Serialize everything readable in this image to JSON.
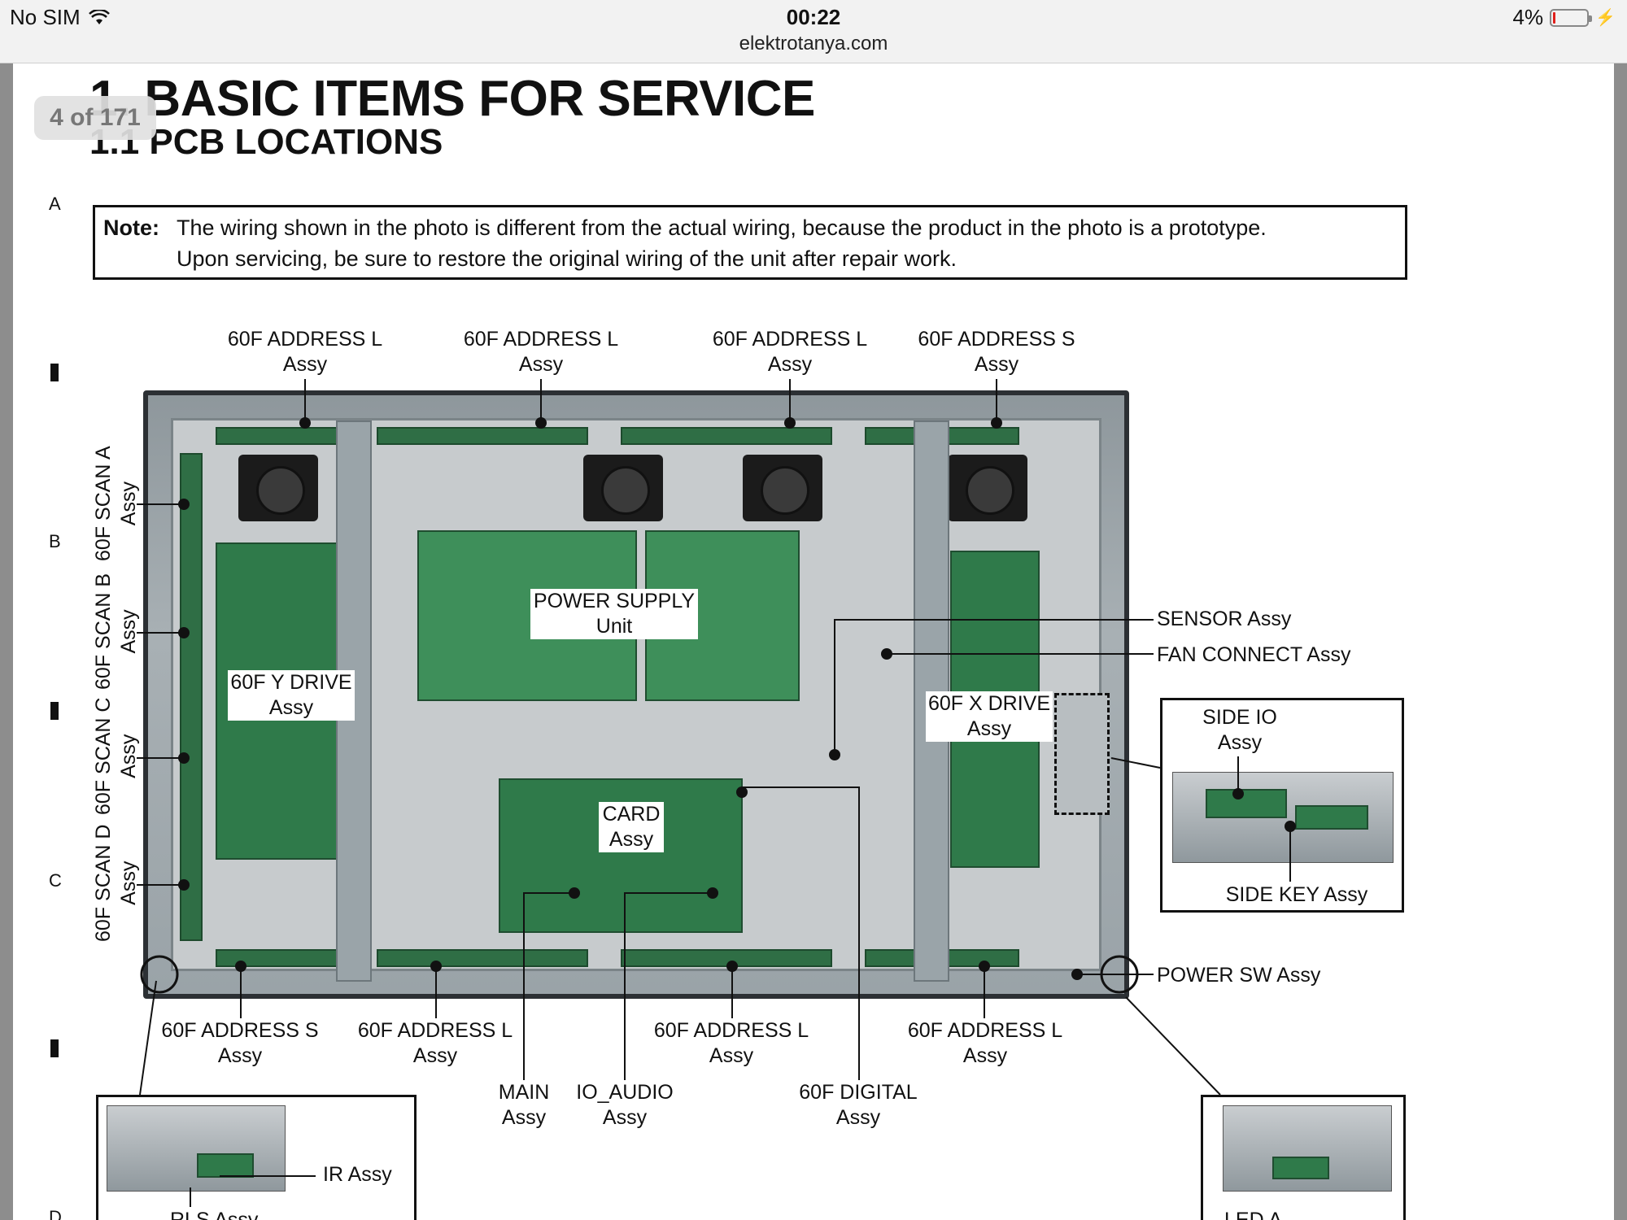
{
  "status_bar": {
    "carrier": "No SIM",
    "time": "00:22",
    "url": "elektrotanya.com",
    "battery": "4%"
  },
  "viewer": {
    "page_counter": "4 of 171"
  },
  "document": {
    "heading": "1. BASIC ITEMS FOR SERVICE",
    "subheading": "1.1  PCB LOCATIONS",
    "row_letters": [
      "A",
      "B",
      "C",
      "D"
    ],
    "note": {
      "label": "Note:",
      "line1": "The wiring shown in the photo is different from the actual wiring, because the product in the photo is a prototype.",
      "line2": "Upon servicing, be sure to restore the original wiring of the unit after repair work."
    }
  },
  "labels": {
    "top": [
      {
        "name": "60F ADDRESS L",
        "sub": "Assy"
      },
      {
        "name": "60F ADDRESS L",
        "sub": "Assy"
      },
      {
        "name": "60F ADDRESS L",
        "sub": "Assy"
      },
      {
        "name": "60F ADDRESS S",
        "sub": "Assy"
      }
    ],
    "scan": [
      {
        "name": "60F SCAN A",
        "sub": "Assy"
      },
      {
        "name": "60F SCAN B",
        "sub": "Assy"
      },
      {
        "name": "60F SCAN C",
        "sub": "Assy"
      },
      {
        "name": "60F SCAN D",
        "sub": "Assy"
      }
    ],
    "power_supply": {
      "name": "POWER SUPPLY",
      "sub": "Unit"
    },
    "y_drive": {
      "name": "60F Y DRIVE",
      "sub": "Assy"
    },
    "x_drive": {
      "name": "60F X DRIVE",
      "sub": "Assy"
    },
    "card": {
      "name": "CARD",
      "sub": "Assy"
    },
    "sensor": "SENSOR Assy",
    "fan_connect": "FAN CONNECT Assy",
    "side_io": {
      "name": "SIDE IO",
      "sub": "Assy"
    },
    "side_key": "SIDE KEY Assy",
    "power_sw": "POWER SW Assy",
    "bottom": [
      {
        "name": "60F ADDRESS S",
        "sub": "Assy"
      },
      {
        "name": "60F ADDRESS L",
        "sub": "Assy"
      },
      {
        "name": "60F ADDRESS L",
        "sub": "Assy"
      },
      {
        "name": "60F ADDRESS L",
        "sub": "Assy"
      }
    ],
    "main": {
      "name": "MAIN",
      "sub": "Assy"
    },
    "io_audio": {
      "name": "IO_AUDIO",
      "sub": "Assy"
    },
    "digital": {
      "name": "60F DIGITAL",
      "sub": "Assy"
    },
    "ir": "IR Assy",
    "rls": "RLS Assy",
    "led": "LED A"
  }
}
